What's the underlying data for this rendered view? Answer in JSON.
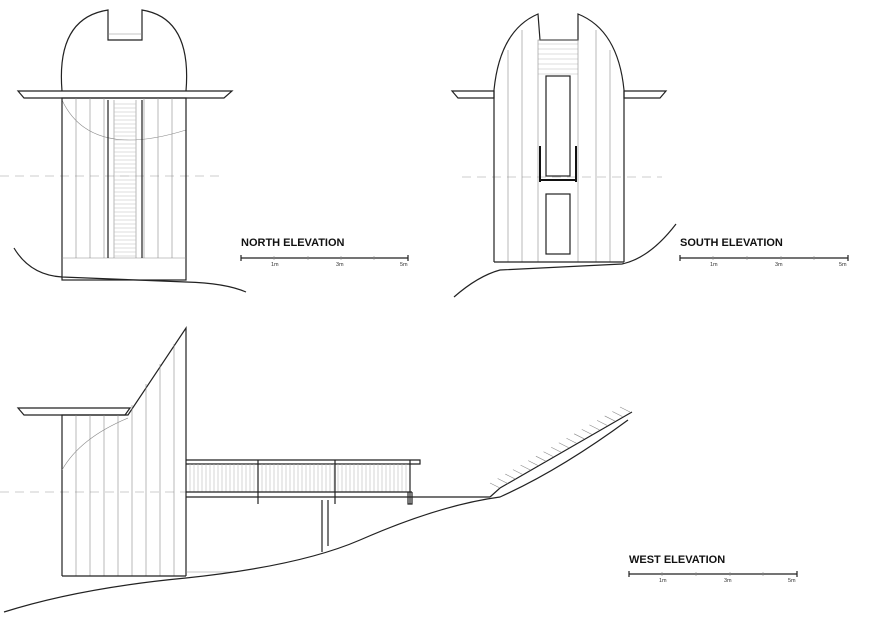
{
  "elevations": [
    {
      "id": "north",
      "label": "NORTH ELEVATION",
      "scale_ticks": [
        "1m",
        "3m",
        "5m"
      ]
    },
    {
      "id": "south",
      "label": "SOUTH ELEVATION",
      "scale_ticks": [
        "1m",
        "3m",
        "5m"
      ]
    },
    {
      "id": "west",
      "label": "WEST ELEVATION",
      "scale_ticks": [
        "1m",
        "3m",
        "5m"
      ]
    }
  ]
}
